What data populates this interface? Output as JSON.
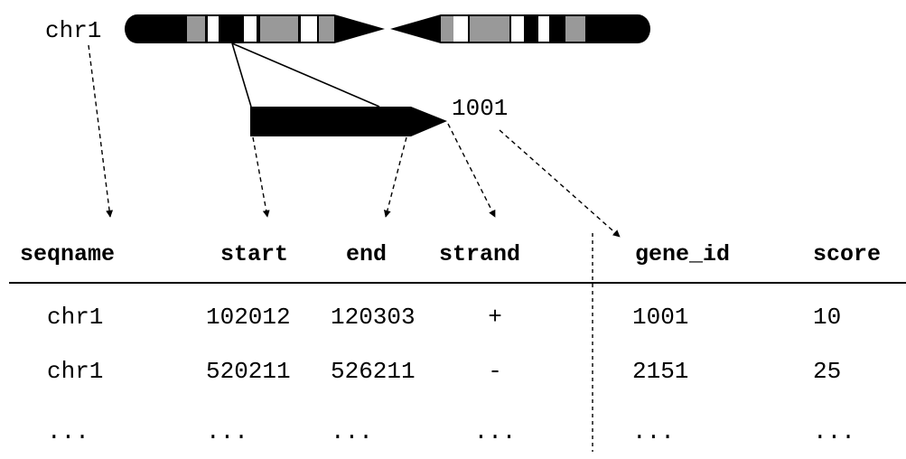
{
  "chromosome": {
    "label": "chr1",
    "gene_label": "1001"
  },
  "table": {
    "headers": {
      "seqname": "seqname",
      "start": "start",
      "end": "end",
      "strand": "strand",
      "gene_id": "gene_id",
      "score": "score"
    },
    "rows": [
      {
        "seqname": "chr1",
        "start": "102012",
        "end": "120303",
        "strand": "+",
        "gene_id": "1001",
        "score": "10"
      },
      {
        "seqname": "chr1",
        "start": "520211",
        "end": "526211",
        "strand": "-",
        "gene_id": "2151",
        "score": "25"
      },
      {
        "seqname": "...",
        "start": "...",
        "end": "...",
        "strand": "...",
        "gene_id": "...",
        "score": "..."
      }
    ]
  },
  "colors": {
    "ink": "#000000",
    "band_gray": "#999999",
    "band_white": "#ffffff"
  }
}
